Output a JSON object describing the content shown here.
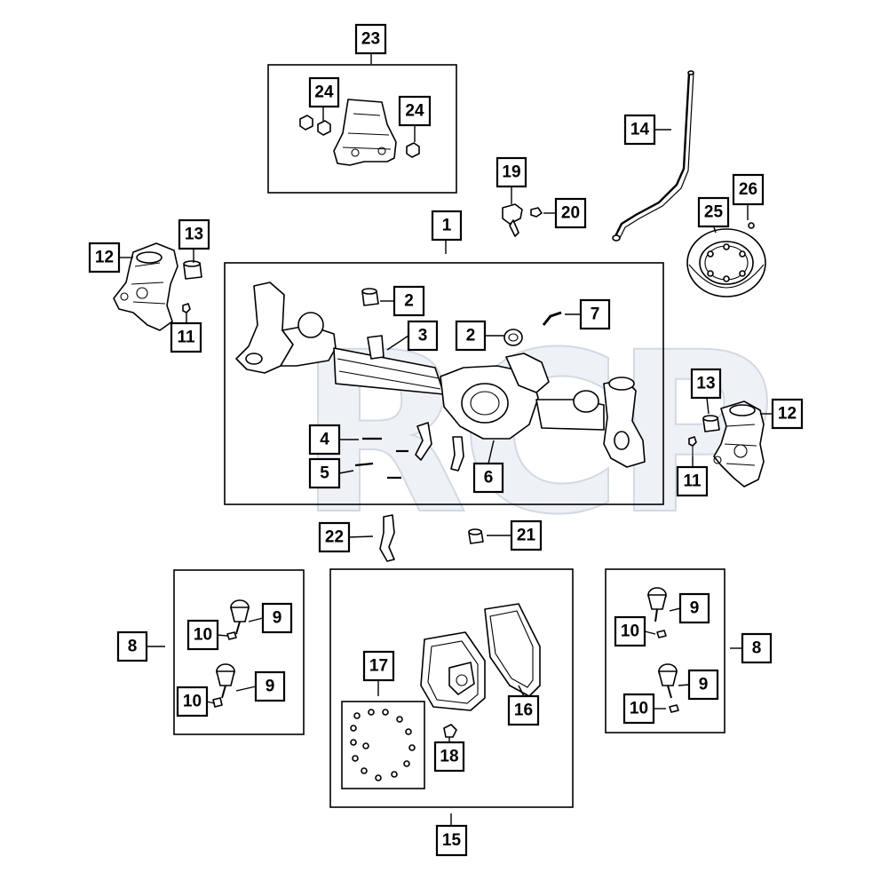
{
  "diagram": {
    "watermark": "RCP",
    "callouts": [
      {
        "id": "c23",
        "text": "23"
      },
      {
        "id": "c24a",
        "text": "24"
      },
      {
        "id": "c24b",
        "text": "24"
      },
      {
        "id": "c14",
        "text": "14"
      },
      {
        "id": "c19",
        "text": "19"
      },
      {
        "id": "c20",
        "text": "20"
      },
      {
        "id": "c26",
        "text": "26"
      },
      {
        "id": "c25",
        "text": "25"
      },
      {
        "id": "c1",
        "text": "1"
      },
      {
        "id": "c12a",
        "text": "12"
      },
      {
        "id": "c13a",
        "text": "13"
      },
      {
        "id": "c11a",
        "text": "11"
      },
      {
        "id": "c2a",
        "text": "2"
      },
      {
        "id": "c7",
        "text": "7"
      },
      {
        "id": "c3",
        "text": "3"
      },
      {
        "id": "c2b",
        "text": "2"
      },
      {
        "id": "c13b",
        "text": "13"
      },
      {
        "id": "c12b",
        "text": "12"
      },
      {
        "id": "c4",
        "text": "4"
      },
      {
        "id": "c5",
        "text": "5"
      },
      {
        "id": "c6",
        "text": "6"
      },
      {
        "id": "c11b",
        "text": "11"
      },
      {
        "id": "c22",
        "text": "22"
      },
      {
        "id": "c21",
        "text": "21"
      },
      {
        "id": "c9a",
        "text": "9"
      },
      {
        "id": "c10a",
        "text": "10"
      },
      {
        "id": "c8a",
        "text": "8"
      },
      {
        "id": "c9b",
        "text": "9"
      },
      {
        "id": "c10b",
        "text": "10"
      },
      {
        "id": "c17",
        "text": "17"
      },
      {
        "id": "c16",
        "text": "16"
      },
      {
        "id": "c18",
        "text": "18"
      },
      {
        "id": "c15",
        "text": "15"
      },
      {
        "id": "c9c",
        "text": "9"
      },
      {
        "id": "c10c",
        "text": "10"
      },
      {
        "id": "c8b",
        "text": "8"
      },
      {
        "id": "c9d",
        "text": "9"
      },
      {
        "id": "c10d",
        "text": "10"
      }
    ]
  }
}
